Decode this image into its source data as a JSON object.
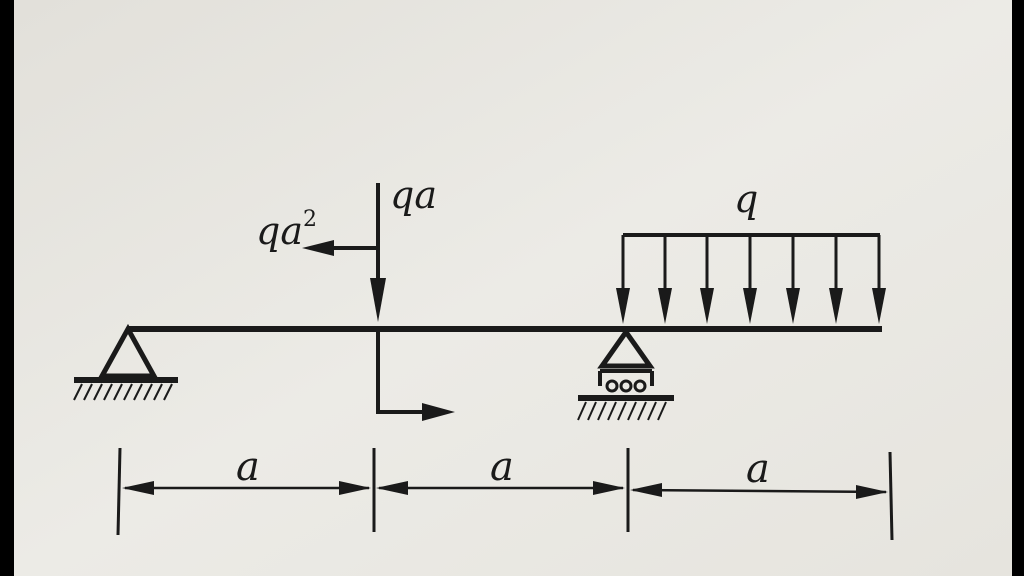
{
  "colors": {
    "paper": "#e9e7e2",
    "ink": "#1a1a1a",
    "frame": "#000000"
  },
  "labels": {
    "moment_base": "qa",
    "moment_exp": "2",
    "point_force": "qa",
    "distributed_load": "q"
  },
  "dimensions": [
    {
      "label": "a"
    },
    {
      "label": "a"
    },
    {
      "label": "a"
    }
  ],
  "supports": {
    "left": "pin-support",
    "right": "roller-support"
  }
}
